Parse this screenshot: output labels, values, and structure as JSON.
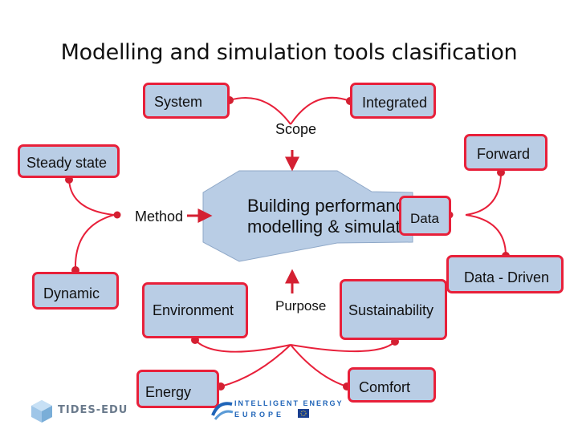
{
  "title": "Modelling and simulation tools clasification",
  "center": {
    "line1": "Building performance",
    "line2": "modelling & simulation"
  },
  "nodes": {
    "system": "System",
    "integrated": "Integrated",
    "scope": "Scope",
    "steady_state": "Steady state",
    "forward": "Forward",
    "method": "Method",
    "data": "Data",
    "dynamic": "Dynamic",
    "data_driven": "Data - Driven",
    "environment": "Environment",
    "purpose": "Purpose",
    "sustainability": "Sustainability",
    "energy": "Energy",
    "comfort": "Comfort"
  },
  "logos": {
    "tides": "TIDES-EDU",
    "ie_line1": "INTELLIGENT ENERGY",
    "ie_line2": "EUROPE"
  },
  "colors": {
    "box_fill": "#b9cde5",
    "accent": "#e8203a",
    "arrow": "#d42032"
  }
}
